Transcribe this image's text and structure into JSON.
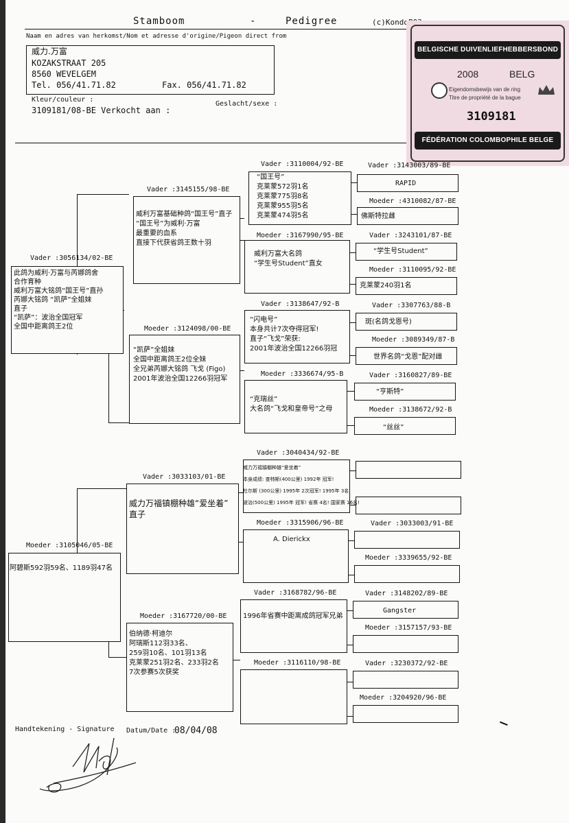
{
  "header": {
    "title_left": "Stamboom",
    "title_dash": "-",
    "title_right": "Pedigree",
    "title_suffix": "(c)KondoP03",
    "origin_label": "Naam en adres van herkomst/Nom et adresse d'origine/Pigeon direct from",
    "breeder_name": "威力.万富",
    "address_line1": "KOZAKSTRAAT 205",
    "address_line2": "8560 WEVELGEM",
    "tel": "Tel. 056/41.71.82",
    "fax": "Fax. 056/41.71.82",
    "color_label": "Kleur/couleur :",
    "ring_line": "3109181/08-BE Verkocht aan :",
    "sex_label": "Geslacht/sexe :"
  },
  "stamp": {
    "top_band": "BELGISCHE DUIVENLIEFHEBBERSBOND",
    "year": "2008",
    "country": "BELG",
    "line1": "Eigendomsbewijs van de ring",
    "line2": "Titre de propriété de la bague",
    "number": "3109181",
    "bottom_band": "FÉDÉRATION COLOMBOPHILE BELGE"
  },
  "gen1": {
    "father": {
      "label": "Vader :3056134/02-BE",
      "lines": [
        "此鸽为威利·万富与芮娜鸽舍",
        "合作育种",
        "威利万富大铭鸽“国王号”直孙",
        "芮娜大铭鸽 “凯萨”全姐妹",
        "直子",
        "“凯萨”：波治全国冠军",
        "全国中距离鸽王2位"
      ]
    },
    "mother": {
      "label": "Moeder :3105046/05-BE",
      "lines": [
        "阿碧斯592羽59名、1189羽47名"
      ]
    }
  },
  "gen2": {
    "ff": {
      "label": "Vader :3145155/98-BE",
      "lines": [
        "威利万富基础种鸽“国王号”直子",
        "“国王号”为威利·万富",
        "最重要的血系",
        "直接下代获省鸽王数十羽"
      ]
    },
    "fm": {
      "label": "Moeder :3124098/00-BE",
      "lines": [
        "“凯萨”全姐妹",
        "全国中距离鸽王2位全妹",
        "全兄弟芮娜大铭鸽 飞戈 (Figo)",
        "2001年波治全国12266羽冠军"
      ]
    },
    "mf": {
      "label": "Vader :3033103/01-BE",
      "lines": [
        "威力万福镇棚种雄“爱坐着”",
        "直子"
      ]
    },
    "mm": {
      "label": "Moeder :3167720/00-BE",
      "lines": [
        "伯纳德·柯迪尔",
        "阿瑞斯112羽33名、",
        "259羽10名、101羽13名",
        "克莱蒙251羽2名、233羽2名",
        "7次参赛5次获奖"
      ]
    }
  },
  "gen3": {
    "fff": {
      "label": "Vader :3110004/92-BE",
      "lines": [
        "“国王号”",
        "克莱蒙572羽1名",
        "克莱蒙775羽8名",
        "克莱蒙955羽5名",
        "克莱蒙474羽5名"
      ]
    },
    "ffm": {
      "label": "Moeder :3167990/95-BE",
      "lines": [
        "威利万富大名鸽",
        "“学生号Student”直女"
      ]
    },
    "fmf": {
      "label": "Vader :3138647/92-B",
      "lines": [
        "“闪电号”",
        "本身共计7次夺得冠军!",
        "直子“飞戈”荣获:",
        "2001年波治全国12266羽冠"
      ]
    },
    "fmm": {
      "label": "Moeder :3336674/95-B",
      "lines": [
        "“克瑞丝”",
        "大名鸽“飞戈和皇帝号”之母"
      ]
    },
    "mff": {
      "label": "Vader :3040434/92-BE",
      "lines": [
        "威力万福镇棚种雄“爱坐着”",
        "本身成绩: 查特斯(400公里) 1992年 冠军!",
        "杜尔斯 (300公里) 1995年 2次冠军! 1995年 3名!",
        "波治(500公里) 1995年 冠军! 省赛 4名! 国家赛 16名!"
      ]
    },
    "mfm": {
      "label": "Moeder :3315906/96-BE",
      "lines": [
        "A. Dierickx"
      ]
    },
    "mmf": {
      "label": "Vader :3168782/96-BE",
      "lines": [
        "1996年省赛中距离成鸽冠军兄弟"
      ]
    },
    "mmm": {
      "label": "Moeder :3116110/98-BE",
      "lines": []
    }
  },
  "gen4": {
    "b1": {
      "label": "Vader :3143003/89-BE",
      "text": "RAPID"
    },
    "b2": {
      "label": "Moeder :4310082/87-BE",
      "text": "佛斯特拉雌"
    },
    "b3": {
      "label": "Vader :3243101/87-BE",
      "text": "“学生号Student”"
    },
    "b4": {
      "label": "Moeder :3110095/92-BE",
      "text": "克莱蒙240羽1名"
    },
    "b5": {
      "label": "Vader :3307763/88-B",
      "text": "斑(名鸽戈恩号)"
    },
    "b6": {
      "label": "Moeder :3089349/87-B",
      "text": "世界名鸽“戈恩”配对雌"
    },
    "b7": {
      "label": "Vader :3160827/89-BE",
      "text": "“亨斯特”"
    },
    "b8": {
      "label": "Moeder :3138672/92-B",
      "text": "“丝丝”"
    },
    "b9": {
      "label": "",
      "text": ""
    },
    "b10": {
      "label": "",
      "text": ""
    },
    "b11": {
      "label": "Vader :3033003/91-BE",
      "text": ""
    },
    "b12": {
      "label": "Moeder :3339655/92-BE",
      "text": ""
    },
    "b13": {
      "label": "Vader :3148202/89-BE",
      "text": "Gangster"
    },
    "b14": {
      "label": "Moeder :3157157/93-BE",
      "text": ""
    },
    "b15": {
      "label": "Vader :3230372/92-BE",
      "text": ""
    },
    "b16": {
      "label": "Moeder :3204920/96-BE",
      "text": ""
    }
  },
  "footer": {
    "signature_label": "Handtekening - Signature",
    "date_label": "Datum/Date :",
    "date_value": "08/04/08"
  }
}
